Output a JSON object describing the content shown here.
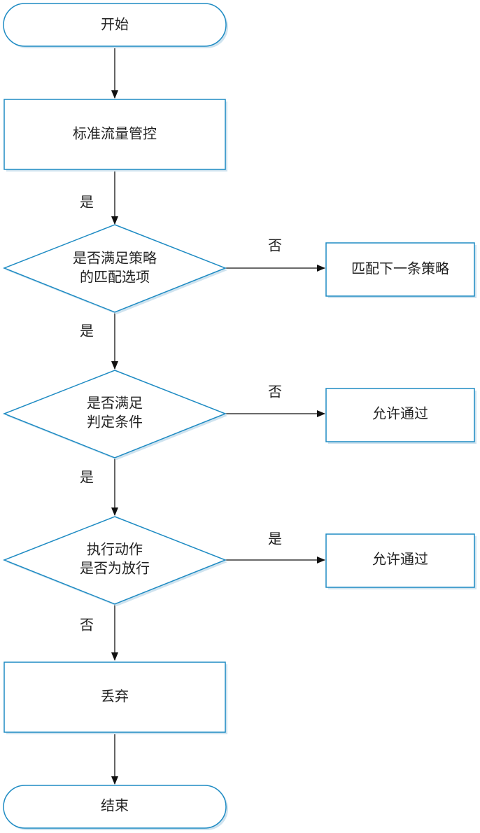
{
  "diagram": {
    "colors": {
      "stroke": "#1e8bc3",
      "fill": "#ffffff",
      "shadow": "#cfe3ef",
      "arrow": "#111111",
      "text": "#222222"
    },
    "nodes": {
      "start": "开始",
      "standard": "标准流量管控",
      "decision1": [
        "是否满足策略",
        "的匹配选项"
      ],
      "next_policy": "匹配下一条策略",
      "decision2": [
        "是否满足",
        "判定条件"
      ],
      "allow1": "允许通过",
      "decision3": [
        "执行动作",
        "是否为放行"
      ],
      "allow2": "允许通过",
      "drop": "丢弃",
      "end": "结束"
    },
    "edges": {
      "standard_to_d1": "是",
      "d1_no": "否",
      "d1_yes": "是",
      "d2_no": "否",
      "d2_yes": "是",
      "d3_yes": "是",
      "d3_no": "否"
    }
  }
}
